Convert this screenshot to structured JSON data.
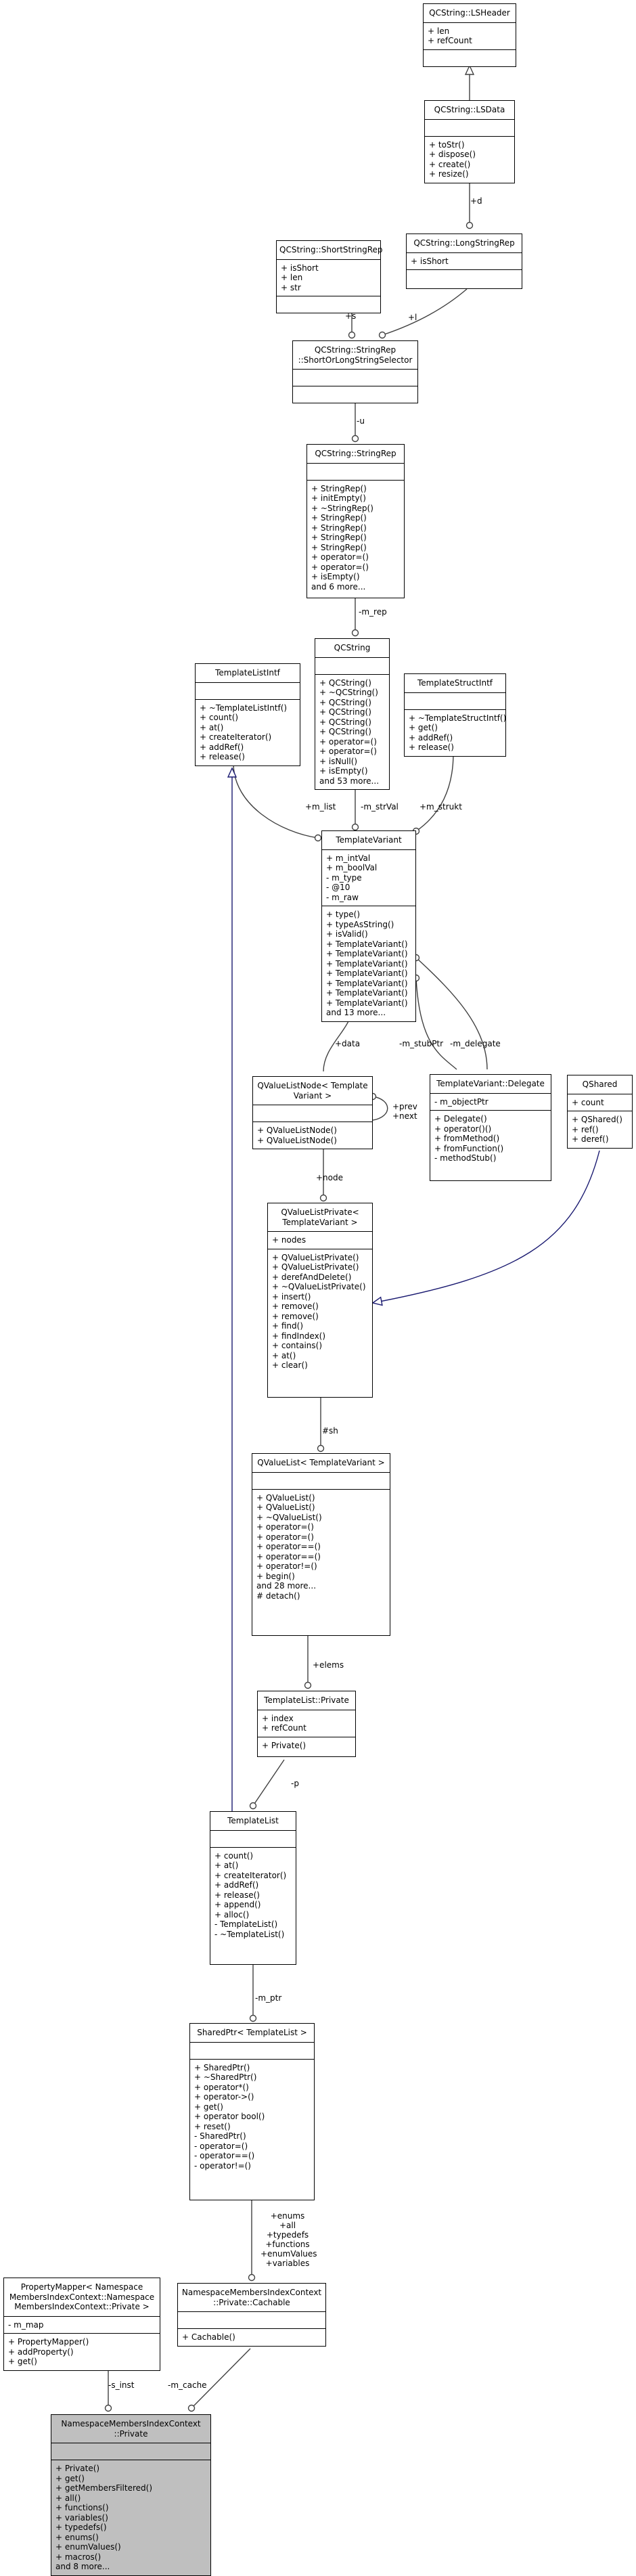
{
  "classes": [
    {
      "title": [
        "QCString::LSHeader"
      ],
      "attrs": [
        "+ len",
        "+ refCount"
      ],
      "ops": []
    },
    {
      "title": [
        "QCString::LSData"
      ],
      "attrs": [],
      "ops": [
        "+ toStr()",
        "+ dispose()",
        "+ create()",
        "+ resize()"
      ]
    },
    {
      "title": [
        "QCString::ShortStringRep"
      ],
      "attrs": [
        "+ isShort",
        "+ len",
        "+ str"
      ],
      "ops": []
    },
    {
      "title": [
        "QCString::LongStringRep"
      ],
      "attrs": [
        "+ isShort"
      ],
      "ops": []
    },
    {
      "title": [
        "QCString::StringRep",
        "::ShortOrLongStringSelector"
      ],
      "attrs": [],
      "ops": []
    },
    {
      "title": [
        "QCString::StringRep"
      ],
      "attrs": [],
      "ops": [
        "+ StringRep()",
        "+ initEmpty()",
        "+ ~StringRep()",
        "+ StringRep()",
        "+ StringRep()",
        "+ StringRep()",
        "+ StringRep()",
        "+ operator=()",
        "+ operator=()",
        "+ isEmpty()",
        "and 6 more..."
      ]
    },
    {
      "title": [
        "TemplateListIntf"
      ],
      "attrs": [],
      "ops": [
        "+ ~TemplateListIntf()",
        "+ count()",
        "+ at()",
        "+ createIterator()",
        "+ addRef()",
        "+ release()"
      ]
    },
    {
      "title": [
        "QCString"
      ],
      "attrs": [],
      "ops": [
        "+ QCString()",
        "+ ~QCString()",
        "+ QCString()",
        "+ QCString()",
        "+ QCString()",
        "+ QCString()",
        "+ operator=()",
        "+ operator=()",
        "+ isNull()",
        "+ isEmpty()",
        "and 53 more..."
      ]
    },
    {
      "title": [
        "TemplateStructIntf"
      ],
      "attrs": [],
      "ops": [
        "+ ~TemplateStructIntf()",
        "+ get()",
        "+ addRef()",
        "+ release()"
      ]
    },
    {
      "title": [
        "TemplateVariant"
      ],
      "attrs": [
        "+ m_intVal",
        "+ m_boolVal",
        "- m_type",
        "- @10",
        "- m_raw"
      ],
      "ops": [
        "+ type()",
        "+ typeAsString()",
        "+ isValid()",
        "+ TemplateVariant()",
        "+ TemplateVariant()",
        "+ TemplateVariant()",
        "+ TemplateVariant()",
        "+ TemplateVariant()",
        "+ TemplateVariant()",
        "+ TemplateVariant()",
        "and 13 more..."
      ]
    },
    {
      "title": [
        "QValueListNode< Template",
        "Variant >"
      ],
      "attrs": [],
      "ops": [
        "+ QValueListNode()",
        "+ QValueListNode()"
      ]
    },
    {
      "title": [
        "TemplateVariant::Delegate"
      ],
      "attrs": [
        "- m_objectPtr"
      ],
      "ops": [
        "+ Delegate()",
        "+ operator()()",
        "+ fromMethod()",
        "+ fromFunction()",
        "- methodStub()"
      ]
    },
    {
      "title": [
        "QShared"
      ],
      "attrs": [
        "+ count"
      ],
      "ops": [
        "+ QShared()",
        "+ ref()",
        "+ deref()"
      ]
    },
    {
      "title": [
        "QValueListPrivate<",
        "TemplateVariant >"
      ],
      "attrs": [
        "+ nodes"
      ],
      "ops": [
        "+ QValueListPrivate()",
        "+ QValueListPrivate()",
        "+ derefAndDelete()",
        "+ ~QValueListPrivate()",
        "+ insert()",
        "+ remove()",
        "+ remove()",
        "+ find()",
        "+ findIndex()",
        "+ contains()",
        "+ at()",
        "+ clear()"
      ]
    },
    {
      "title": [
        "QValueList< TemplateVariant >"
      ],
      "attrs": [],
      "ops": [
        "+ QValueList()",
        "+ QValueList()",
        "+ ~QValueList()",
        "+ operator=()",
        "+ operator=()",
        "+ operator==()",
        "+ operator==()",
        "+ operator!=()",
        "+ begin()",
        "and 28 more...",
        "# detach()"
      ]
    },
    {
      "title": [
        "TemplateList::Private"
      ],
      "attrs": [
        "+ index",
        "+ refCount"
      ],
      "ops": [
        "+ Private()"
      ]
    },
    {
      "title": [
        "TemplateList"
      ],
      "attrs": [],
      "ops": [
        "+ count()",
        "+ at()",
        "+ createIterator()",
        "+ addRef()",
        "+ release()",
        "+ append()",
        "+ alloc()",
        "- TemplateList()",
        "- ~TemplateList()"
      ]
    },
    {
      "title": [
        "SharedPtr< TemplateList >"
      ],
      "attrs": [],
      "ops": [
        "+ SharedPtr()",
        "+ ~SharedPtr()",
        "+ operator*()",
        "+ operator->()",
        "+ get()",
        "+ operator bool()",
        "+ reset()",
        "- SharedPtr()",
        "- operator=()",
        "- operator==()",
        "- operator!=()"
      ]
    },
    {
      "title": [
        "PropertyMapper< Namespace",
        "MembersIndexContext::Namespace",
        "MembersIndexContext::Private >"
      ],
      "attrs": [
        "- m_map"
      ],
      "ops": [
        "+ PropertyMapper()",
        "+ addProperty()",
        "+ get()"
      ]
    },
    {
      "title": [
        "NamespaceMembersIndexContext",
        "::Private::Cachable"
      ],
      "attrs": [],
      "ops": [
        "+ Cachable()"
      ]
    },
    {
      "title": [
        "NamespaceMembersIndexContext",
        "::Private"
      ],
      "attrs": [],
      "ops": [
        "+ Private()",
        "+ get()",
        "+ getMembersFiltered()",
        "+ all()",
        "+ functions()",
        "+ variables()",
        "+ typedefs()",
        "+ enums()",
        "+ enumValues()",
        "+ macros()",
        "and 8 more..."
      ]
    }
  ],
  "edge_labels": [
    [
      "+d"
    ],
    [
      "+s"
    ],
    [
      "+l"
    ],
    [
      "-u"
    ],
    [
      "-m_rep"
    ],
    [
      "+m_list"
    ],
    [
      "-m_strVal"
    ],
    [
      "+m_strukt"
    ],
    [
      "+data"
    ],
    [
      "+prev",
      "+next"
    ],
    [
      "-m_stubPtr"
    ],
    [
      "-m_delegate"
    ],
    [
      "+node"
    ],
    [
      "#sh"
    ],
    [
      "+elems"
    ],
    [
      "-p"
    ],
    [
      "-m_ptr"
    ],
    [
      "+enums",
      "+all",
      "+typedefs",
      "+functions",
      "+enumValues",
      "+variables"
    ],
    [
      "-s_inst"
    ],
    [
      "-m_cache"
    ]
  ]
}
